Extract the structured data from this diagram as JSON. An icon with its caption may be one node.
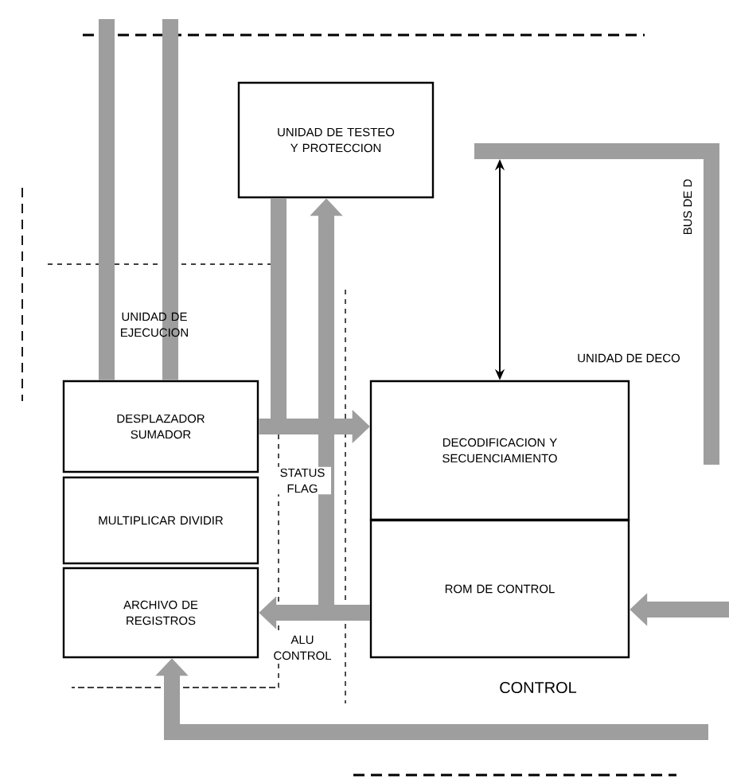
{
  "diagram": {
    "nodes": [
      {
        "text": [
          "UNIDAD DE TESTEO Y PROTECCION"
        ]
      },
      {
        "text": [
          "DESPLAZADOR SUMADOR"
        ]
      },
      {
        "text": [
          "MULTIPLICAR DIVIDIR"
        ]
      },
      {
        "text": [
          "ARCHIVO DE REGISTROS"
        ]
      },
      {
        "text": [
          "DECODIFICACION Y SECUENCIAMIENTO"
        ]
      },
      {
        "text": [
          "ROM DE CONTROL"
        ]
      }
    ],
    "edges": [
      {
        "from": null,
        "to": 1,
        "arrow": "none"
      },
      {
        "from": null,
        "to": 1,
        "arrow": "none"
      },
      {
        "from": 1,
        "to": 4,
        "arrow": "to"
      },
      {
        "from": 0,
        "to": 4,
        "arrow": "to"
      },
      {
        "from": 5,
        "to": 3,
        "arrow": "to"
      },
      {
        "from": 5,
        "to": 0,
        "arrow": "to"
      },
      {
        "from": null,
        "to": 4,
        "arrow": "both",
        "color": "#000000"
      },
      {
        "from": null,
        "to": 5,
        "arrow": "to"
      },
      {
        "from": null,
        "to": 3,
        "arrow": "to"
      }
    ],
    "labels": [
      "BUS DE D",
      "UNIDAD DE EJECUCION",
      "UNIDAD DE DECO",
      "STATUS FLAG",
      "ALU CONTROL",
      "CONTROL"
    ]
  }
}
